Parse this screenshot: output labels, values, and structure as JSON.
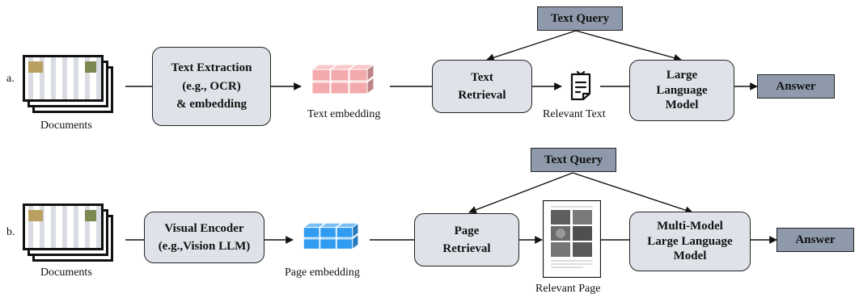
{
  "row_a": {
    "marker": "a.",
    "documents_label": "Documents",
    "extraction_lines": [
      "Text Extraction",
      "(e.g., OCR)",
      "& embedding"
    ],
    "embedding_label": "Text embedding",
    "retrieval_lines": [
      "Text",
      "Retrieval"
    ],
    "relevant_label": "Relevant Text",
    "llm_lines": [
      "Large",
      "Language",
      "Model"
    ],
    "query": "Text Query",
    "answer": "Answer",
    "cube_color": "#f4a9ad"
  },
  "row_b": {
    "marker": "b.",
    "documents_label": "Documents",
    "encoder_lines": [
      "Visual Encoder",
      "(e.g.,Vision LLM)"
    ],
    "embedding_label": "Page embedding",
    "retrieval_lines": [
      "Page",
      "Retrieval"
    ],
    "relevant_label": "Relevant Page",
    "llm_lines": [
      "Multi-Model",
      "Large Language",
      "Model"
    ],
    "query": "Text Query",
    "answer": "Answer",
    "cube_color": "#2f9cf2"
  }
}
